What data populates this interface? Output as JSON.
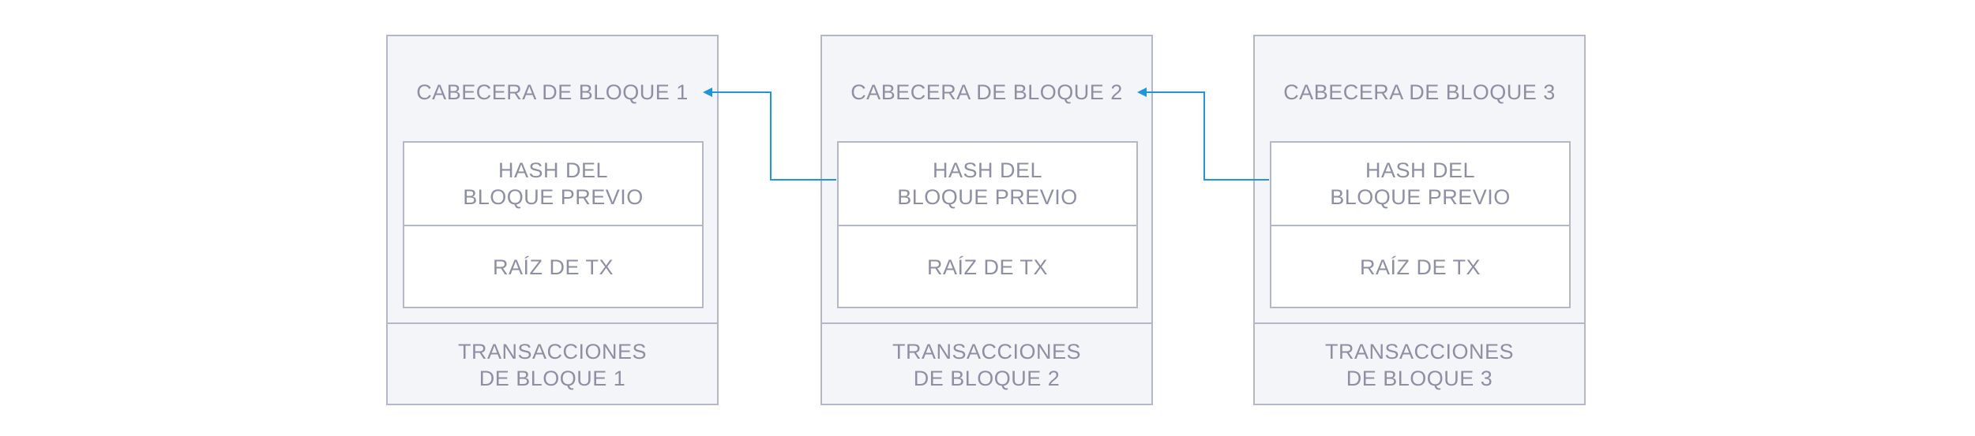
{
  "colors": {
    "border": "#b4b7c8",
    "block_fill": "#f4f5f9",
    "text": "#8e8fa3",
    "connector": "#1f96d9"
  },
  "blocks": [
    {
      "header": "CABECERA DE BLOQUE 1",
      "prev_hash": "HASH DEL\nBLOQUE PREVIO",
      "tx_root": "RAÍZ DE TX",
      "transactions": "TRANSACCIONES\nDE BLOQUE 1"
    },
    {
      "header": "CABECERA DE BLOQUE 2",
      "prev_hash": "HASH DEL\nBLOQUE PREVIO",
      "tx_root": "RAÍZ DE TX",
      "transactions": "TRANSACCIONES\nDE BLOQUE 2"
    },
    {
      "header": "CABECERA DE BLOQUE 3",
      "prev_hash": "HASH DEL\nBLOQUE PREVIO",
      "tx_root": "RAÍZ DE TX",
      "transactions": "TRANSACCIONES\nDE BLOQUE 3"
    }
  ],
  "links": [
    {
      "from_block": 2,
      "to_block": 1
    },
    {
      "from_block": 3,
      "to_block": 2
    }
  ]
}
